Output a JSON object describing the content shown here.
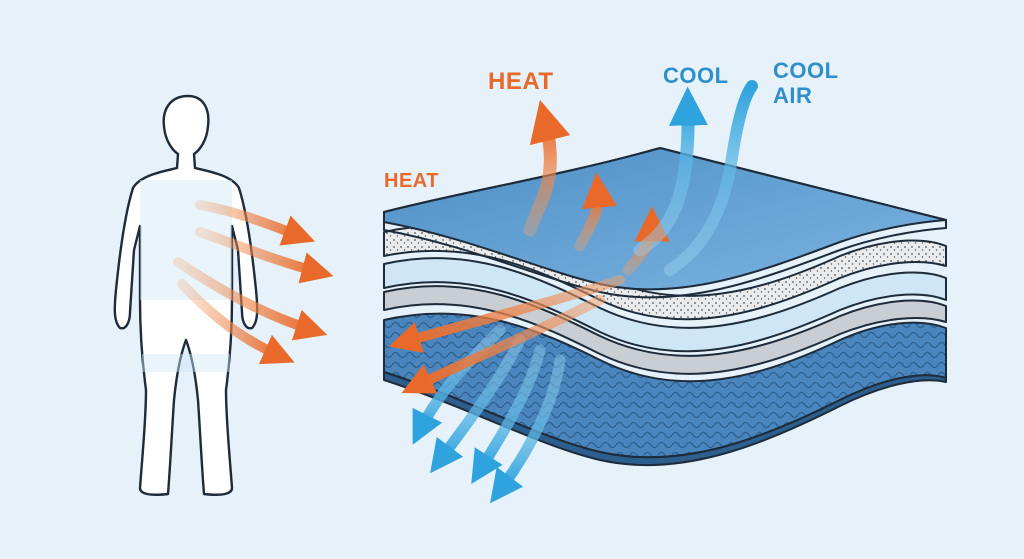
{
  "labels": {
    "heat_top": "HEAT",
    "heat_side": "HEAT",
    "cool_arrow": "COOL",
    "cool_air_line1": "COOL",
    "cool_air_line2": "AIR"
  },
  "colors": {
    "background": "#e6f1f9",
    "heat": "#e8692a",
    "cool": "#2fa3dd",
    "cool_text": "#2f8fca",
    "fabric_top": "#6aa8d8",
    "fabric_base": "#3a78b0",
    "outline": "#1d2b3a"
  },
  "icons": {
    "figure": "human-body-outline-icon",
    "heat_arrows": "heat-arrow-icon",
    "cool_arrows": "cool-air-arrow-icon"
  }
}
